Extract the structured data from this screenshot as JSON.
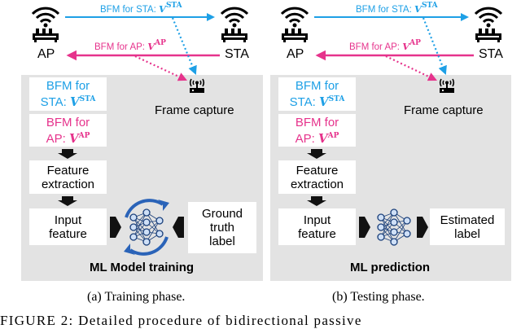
{
  "colors": {
    "blue": "#1ea0e6",
    "pink": "#e6338c",
    "panel": "#e3e3e3"
  },
  "nodes": {
    "ap": "AP",
    "sta": "STA"
  },
  "arrows": {
    "bfm_sta_prefix": "BFM for STA: ",
    "bfm_ap_prefix": "BFM for AP: ",
    "v": "V",
    "sta_sup": "STA",
    "ap_sup": "AP"
  },
  "frame_capture": "Frame capture",
  "boxes": {
    "bfm_for": "BFM for",
    "sta_prefix": "STA: ",
    "ap_prefix": "AP: ",
    "feature_extraction_1": "Feature",
    "feature_extraction_2": "extraction",
    "input_feature_1": "Input",
    "input_feature_2": "feature",
    "ground_truth_1": "Ground",
    "ground_truth_2": "truth",
    "ground_truth_3": "label",
    "estimated_1": "Estimated",
    "estimated_2": "label"
  },
  "panels": {
    "left_title": "ML Model training",
    "right_title": "ML prediction"
  },
  "captions": {
    "left": "(a) Training phase.",
    "right": "(b) Testing phase.",
    "figure": "FIGURE 2: Detailed procedure of bidirectional passive"
  }
}
